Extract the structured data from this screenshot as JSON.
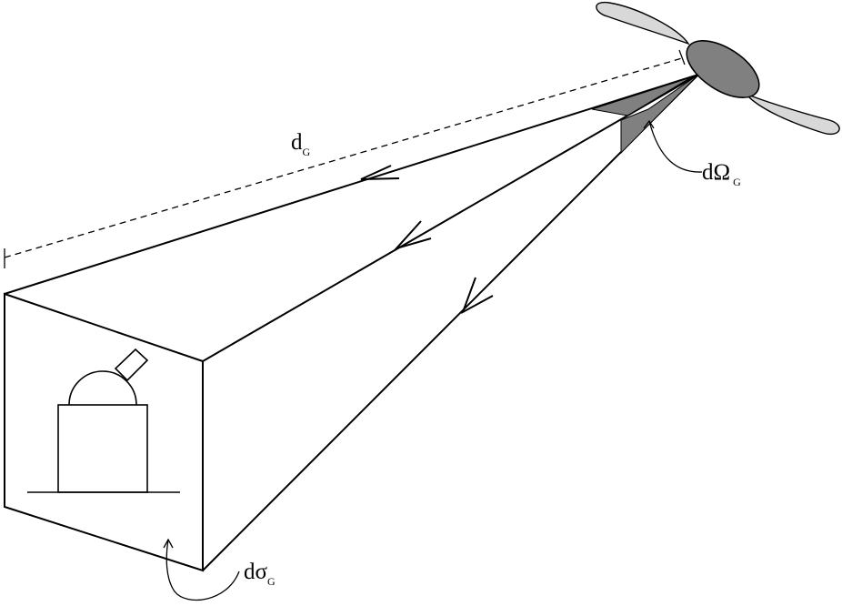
{
  "labels": {
    "distance": {
      "main": "d",
      "sub": "G"
    },
    "solid_angle": {
      "main": "dΩ",
      "sub": "G"
    },
    "area": {
      "main": "dσ",
      "sub": "G"
    }
  },
  "colors": {
    "line": "#000000",
    "shade": "#808080",
    "prop_blade": "#d8d8d8",
    "background": "#ffffff"
  }
}
